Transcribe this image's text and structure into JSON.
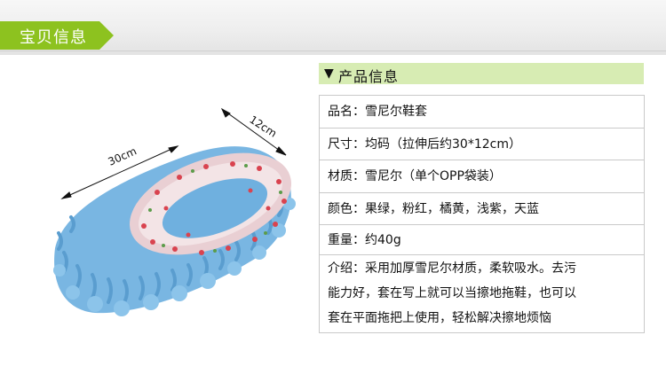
{
  "header": {
    "tag_label": "宝贝信息"
  },
  "image": {
    "dim_length": "30cm",
    "dim_width": "12cm"
  },
  "info": {
    "title": "产品信息",
    "rows": [
      {
        "text": "品名：雪尼尔鞋套"
      },
      {
        "text": "尺寸：均码（拉伸后约30*12cm）"
      },
      {
        "text": "材质：雪尼尔（单个OPP袋装）"
      },
      {
        "text": "颜色：果绿，粉红，橘黄，浅紫，天蓝"
      },
      {
        "text": "重量：约40g"
      }
    ],
    "intro_lines": [
      "介绍：采用加厚雪尼尔材质，柔软吸水。去污",
      "能力好，套在写上就可以当擦地拖鞋，也可以",
      "套在平面拖把上使用，轻松解决擦地烦恼"
    ]
  },
  "colors": {
    "accent": "#8dc21f",
    "header_bg": "#d7ecb3",
    "chenille": "#7ab7e3"
  }
}
